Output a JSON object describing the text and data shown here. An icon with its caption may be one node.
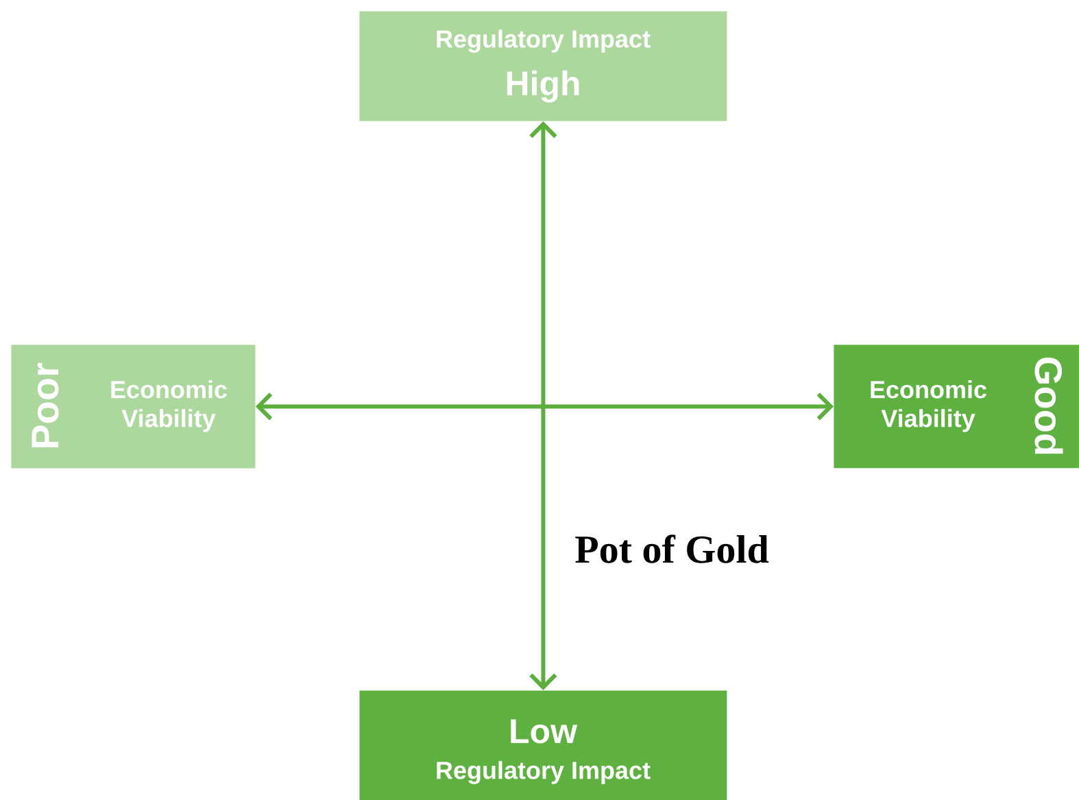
{
  "diagram": {
    "nodes": [
      {
        "text": [
          "Regulatory Impact",
          "High"
        ]
      },
      {
        "text": [
          "Poor",
          "Economic Viability"
        ]
      },
      {
        "text": [
          "Economic Viability",
          "Good"
        ]
      },
      {
        "text": [
          "Low",
          "Regulatory Impact"
        ]
      }
    ],
    "edges": [
      {
        "from": 0,
        "to": 3,
        "arrow": "both"
      },
      {
        "from": 1,
        "to": 2,
        "arrow": "both"
      }
    ],
    "labels": [
      "Pot of Gold"
    ]
  }
}
